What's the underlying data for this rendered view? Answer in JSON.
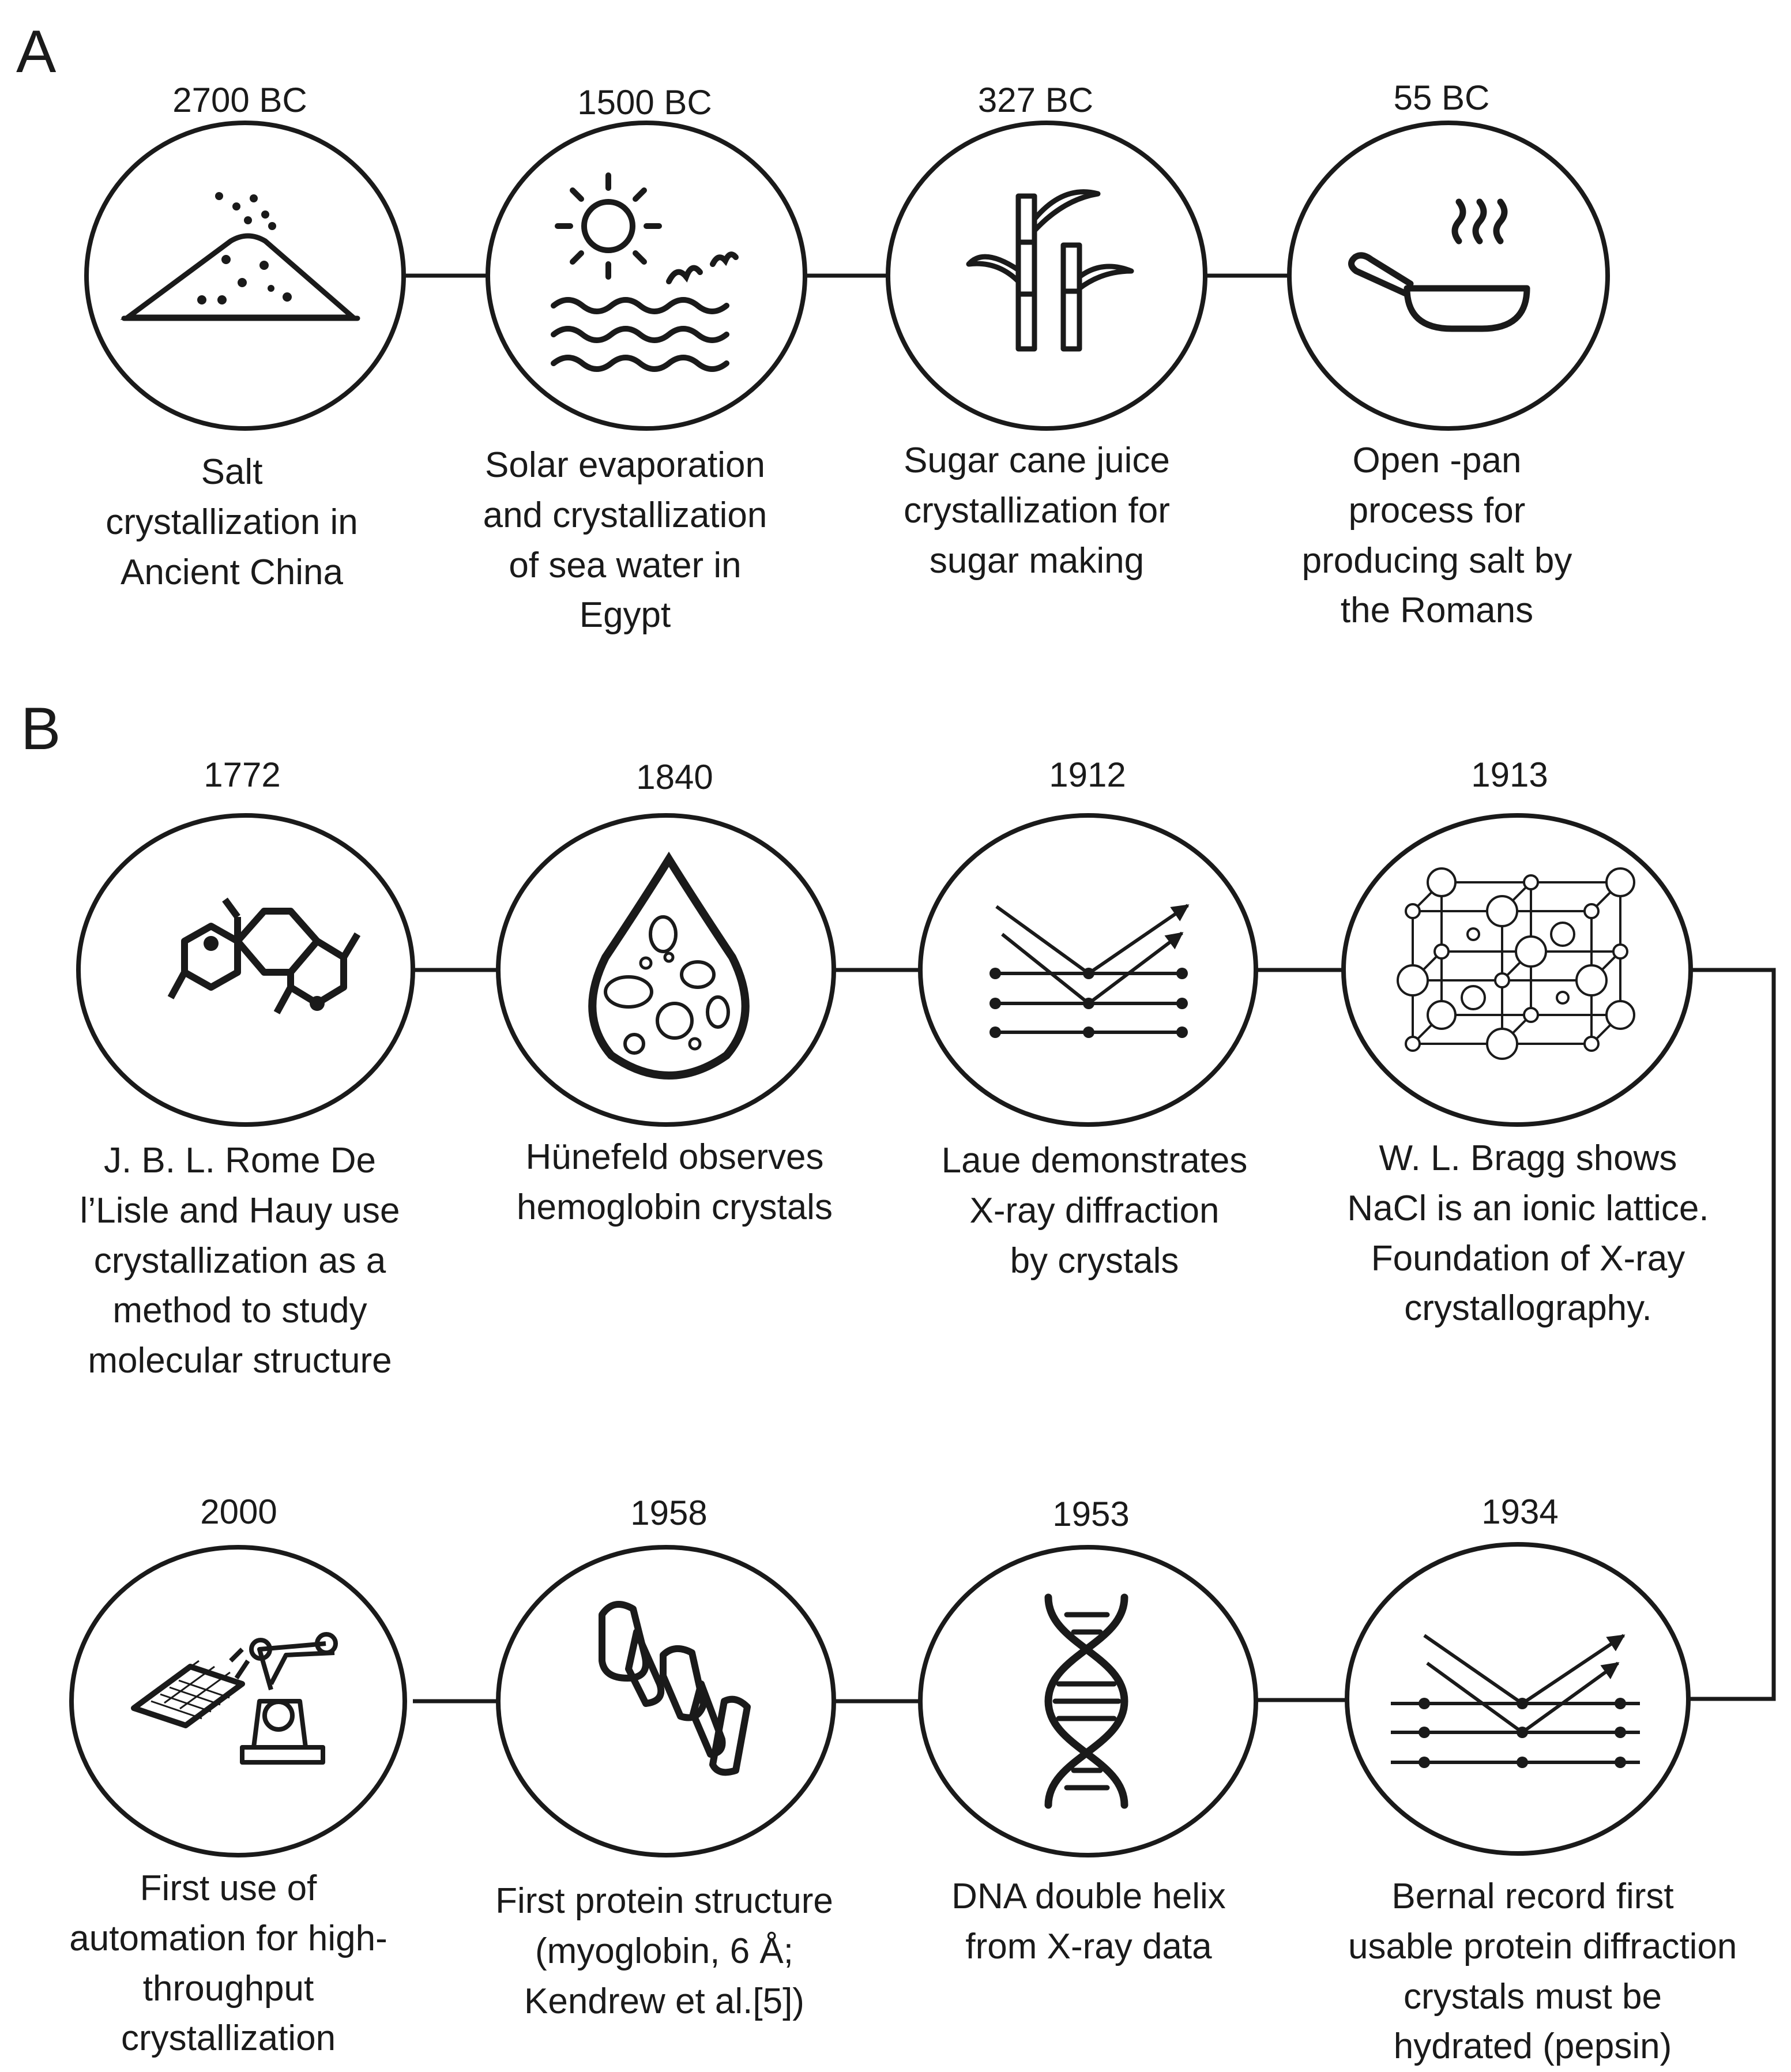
{
  "panels": {
    "a": {
      "letter": "A",
      "events": [
        {
          "year": "2700 BC",
          "icon": "salt-pile-icon",
          "desc": [
            "Salt",
            "crystallization in",
            "Ancient China"
          ]
        },
        {
          "year": "1500 BC",
          "icon": "sun-sea-icon",
          "desc": [
            "Solar evaporation",
            "and crystallization",
            "of sea water in",
            "Egypt"
          ]
        },
        {
          "year": "327 BC",
          "icon": "sugar-cane-icon",
          "desc": [
            "Sugar cane juice",
            "crystallization for",
            "sugar making"
          ]
        },
        {
          "year": "55 BC",
          "icon": "frying-pan-icon",
          "desc": [
            "Open -pan",
            "process for",
            "producing salt by",
            "the Romans"
          ]
        }
      ]
    },
    "b": {
      "letter": "B",
      "events": [
        {
          "year": "1772",
          "icon": "molecule-icon",
          "desc": [
            "J. B. L.  Rome De",
            "l’Lisle and Hauy use",
            "crystallization as a",
            "method to study",
            "molecular structure"
          ]
        },
        {
          "year": "1840",
          "icon": "blood-drop-icon",
          "desc": [
            "Hünefeld observes",
            "hemoglobin crystals"
          ]
        },
        {
          "year": "1912",
          "icon": "x-ray-diffraction-icon",
          "desc": [
            "Laue demonstrates",
            "X-ray diffraction",
            "by crystals"
          ]
        },
        {
          "year": "1913",
          "icon": "ionic-lattice-icon",
          "desc": [
            "W. L. Bragg shows",
            "NaCl is an ionic lattice.",
            "Foundation of X-ray",
            "crystallography."
          ]
        },
        {
          "year": "2000",
          "icon": "robot-arm-icon",
          "desc": [
            "First use of",
            "automation for high-",
            "throughput",
            "crystallization"
          ]
        },
        {
          "year": "1958",
          "icon": "protein-helix-icon",
          "desc": [
            "First protein structure",
            "(myoglobin, 6 Å;",
            "Kendrew et al.[5])"
          ]
        },
        {
          "year": "1953",
          "icon": "dna-helix-icon",
          "desc": [
            "DNA double helix",
            "from X-ray data"
          ]
        },
        {
          "year": "1934",
          "icon": "x-ray-diffraction-icon",
          "desc": [
            "Bernal record first",
            "usable protein diffraction",
            "crystals must be",
            "hydrated (pepsin)"
          ]
        }
      ]
    }
  }
}
